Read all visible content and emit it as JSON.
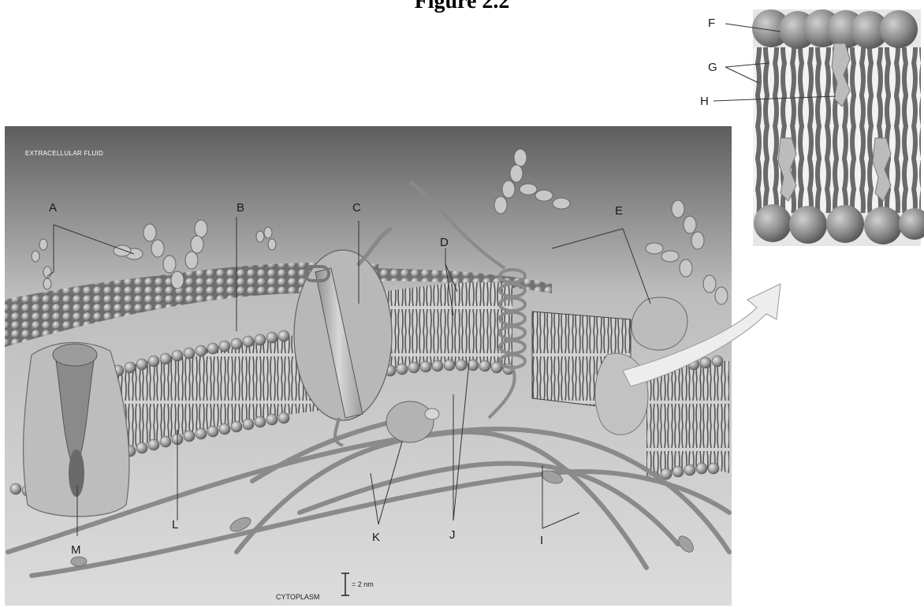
{
  "figure": {
    "title": "Figure 2.2"
  },
  "regions": {
    "extracellular": "EXTRACELLULAR FLUID",
    "cytoplasm": "CYTOPLASM"
  },
  "scale_bar": {
    "label": "= 2 nm"
  },
  "labels": {
    "A": "A",
    "B": "B",
    "C": "C",
    "D": "D",
    "E": "E",
    "I": "I",
    "J": "J",
    "K": "K",
    "L": "L",
    "M": "M"
  },
  "inset_labels": {
    "F": "F",
    "G": "G",
    "H": "H"
  }
}
